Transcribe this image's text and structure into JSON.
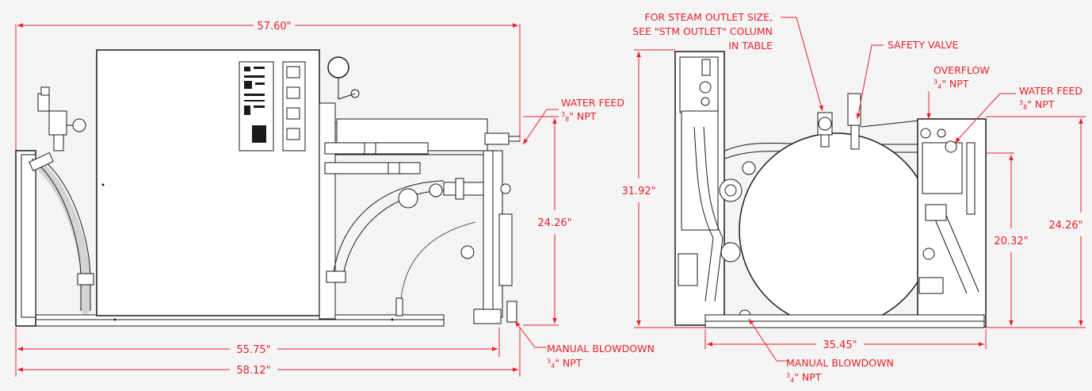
{
  "colors": {
    "dimension": "#e8202a",
    "line": "#1a1a1a",
    "background": "#f4f4f4"
  },
  "dimensions": {
    "overall_width_top": "57.60\"",
    "water_feed_height_left": "24.26\"",
    "base_width": "55.75\"",
    "overall_width_bottom": "58.12\"",
    "overall_height": "31.92\"",
    "side_width": "35.45\"",
    "overflow_height": "20.32\"",
    "water_feed_height_right": "24.26\""
  },
  "callouts": {
    "water_feed_left": {
      "line1": "WATER FEED",
      "size_num": "3",
      "size_den": "8",
      "size_unit": "\" NPT"
    },
    "manual_blowdown_left": {
      "line1": "MANUAL BLOWDOWN",
      "size_num": "3",
      "size_den": "4",
      "size_unit": "\" NPT"
    },
    "steam_outlet": {
      "line1": "FOR STEAM OUTLET SIZE,",
      "line2": "SEE \"STM OUTLET\" COLUMN",
      "line3": "IN TABLE"
    },
    "safety_valve": {
      "line1": "SAFETY VALVE"
    },
    "overflow": {
      "line1": "OVERFLOW",
      "size_num": "3",
      "size_den": "4",
      "size_unit": "\" NPT"
    },
    "water_feed_right": {
      "line1": "WATER FEED",
      "size_num": "3",
      "size_den": "8",
      "size_unit": "\" NPT"
    },
    "manual_blowdown_right": {
      "line1": "MANUAL BLOWDOWN",
      "size_num": "3",
      "size_den": "4",
      "size_unit": "\" NPT"
    }
  }
}
